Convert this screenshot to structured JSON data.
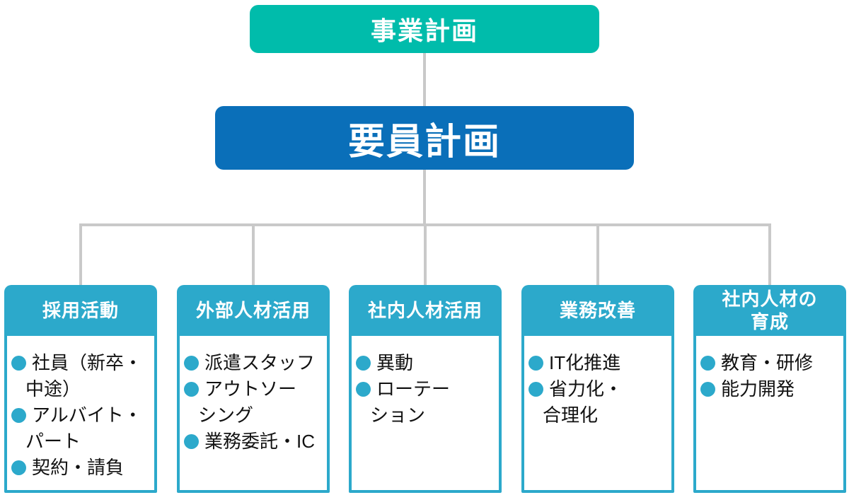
{
  "chart": {
    "top_node": {
      "label": "事業計画"
    },
    "main_node": {
      "label": "要員計画"
    },
    "categories": [
      {
        "title": "採用活動",
        "items": [
          "社員（新卒・\n中途）",
          "アルバイト・\nパート",
          "契約・請負"
        ]
      },
      {
        "title": "外部人材活用",
        "items": [
          "派遣スタッフ",
          "アウトソー\nシング",
          "業務委託・IC"
        ]
      },
      {
        "title": "社内人材活用",
        "items": [
          "異動",
          "ローテー\nション"
        ]
      },
      {
        "title": "業務改善",
        "items": [
          "IT化推進",
          "省力化・\n合理化"
        ]
      },
      {
        "title": "社内人材の\n育成",
        "items": [
          "教育・研修",
          "能力開発"
        ]
      }
    ],
    "colors": {
      "top_node": "#00bcab",
      "main_node": "#0a6fb9",
      "category": "#2ca9cb",
      "connector": "#c9c9c9",
      "item_text": "#111111"
    }
  }
}
